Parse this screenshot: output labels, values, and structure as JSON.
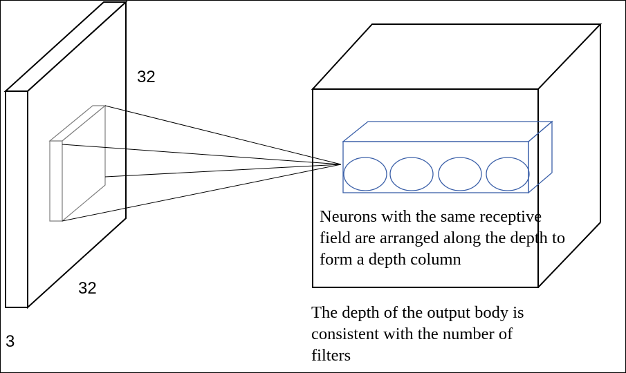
{
  "labels": {
    "input_height": "32",
    "input_width": "32",
    "input_depth": "3"
  },
  "captions": {
    "depth_column": [
      "Neurons with the same receptive",
      "field are arranged along the depth to",
      "form a depth column"
    ],
    "output_depth": [
      "The depth of the output body is",
      "consistent with the number of",
      "filters"
    ]
  },
  "colors": {
    "outline": "#000000",
    "receptive_field": "#7f7f7f",
    "depth_column": "#3a5fa8"
  }
}
